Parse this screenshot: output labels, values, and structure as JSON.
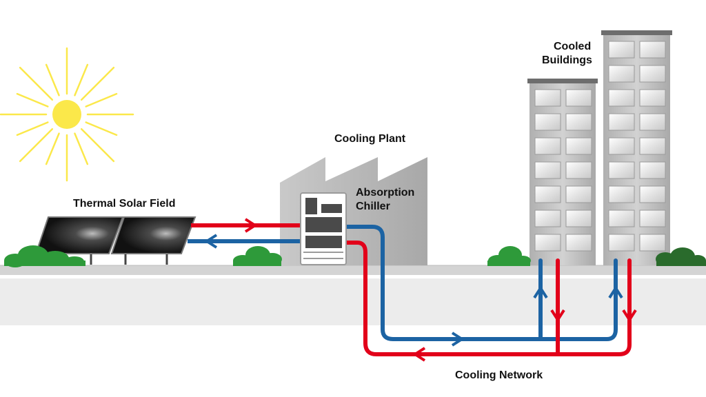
{
  "labels": {
    "solar_field": "Thermal Solar Field",
    "cooling_plant": "Cooling Plant",
    "absorption_chiller_line1": "Absorption",
    "absorption_chiller_line2": "Chiller",
    "cooled_buildings_line1": "Cooled",
    "cooled_buildings_line2": "Buildings",
    "cooling_network": "Cooling Network"
  },
  "colors": {
    "hot_pipe": "#e2001a",
    "cold_pipe": "#1c63a3",
    "sun": "#fbe84a",
    "greenery": "#2e9a3a",
    "building": "#c4c4c4",
    "ground": "#ececec"
  },
  "icons": {
    "sun": "sun-icon",
    "solar_panel": "solar-panel-icon",
    "factory": "factory-icon",
    "chiller": "absorption-chiller-icon",
    "building": "building-icon",
    "bush": "bush-icon"
  }
}
